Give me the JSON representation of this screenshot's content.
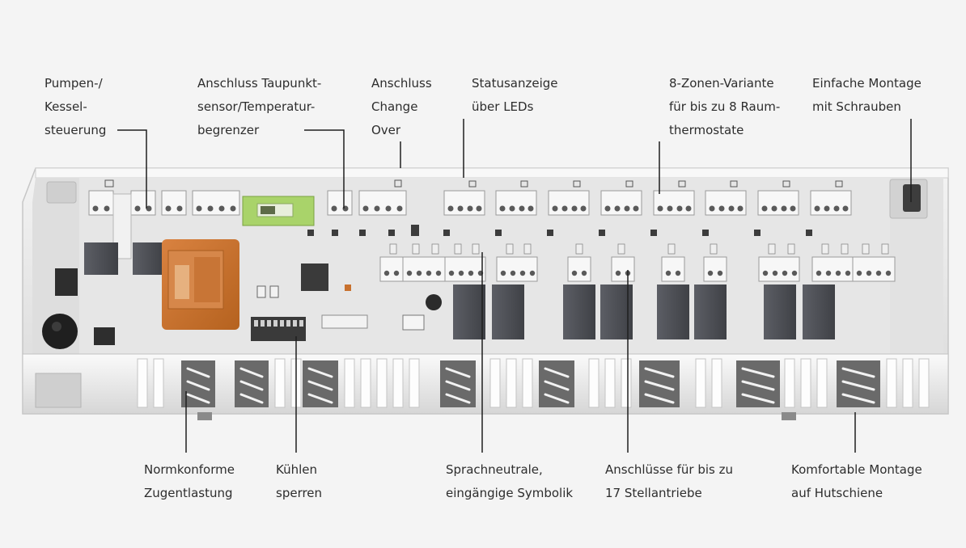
{
  "callouts_top": [
    {
      "id": "pumpen",
      "lines": [
        "Pumpen-/",
        "Kessel-",
        "steuerung"
      ]
    },
    {
      "id": "taupunkt",
      "lines": [
        "Anschluss Taupunkt-",
        "sensor/Temperatur-",
        "begrenzer"
      ]
    },
    {
      "id": "changeover",
      "lines": [
        "Anschluss",
        "Change",
        "Over"
      ]
    },
    {
      "id": "status",
      "lines": [
        "Statusanzeige",
        "über LEDs"
      ]
    },
    {
      "id": "zonen",
      "lines": [
        "8-Zonen-Variante",
        "für bis zu 8 Raum-",
        "thermostate"
      ]
    },
    {
      "id": "montage",
      "lines": [
        "Einfache Montage",
        "mit Schrauben"
      ]
    }
  ],
  "callouts_bottom": [
    {
      "id": "zugentlastung",
      "lines": [
        "Normkonforme",
        "Zugentlastung"
      ]
    },
    {
      "id": "kuehlen",
      "lines": [
        "Kühlen",
        "sperren"
      ]
    },
    {
      "id": "symbolik",
      "lines": [
        "Sprachneutrale,",
        "eingängige Symbolik"
      ]
    },
    {
      "id": "stellantriebe",
      "lines": [
        "Anschlüsse für bis zu",
        "17 Stellantriebe"
      ]
    },
    {
      "id": "hutschiene",
      "lines": [
        "Komfortable Montage",
        "auf Hutschiene"
      ]
    }
  ],
  "colors": {
    "background": "#f4f4f4",
    "housing": "#eeeeee",
    "pcb": "#e4e4e4",
    "transformer": "#c8712e",
    "relay": "#505258",
    "terminal": "#f7f7f7",
    "green_module": "#a9d36a",
    "leader_line": "#1e1e1e"
  }
}
